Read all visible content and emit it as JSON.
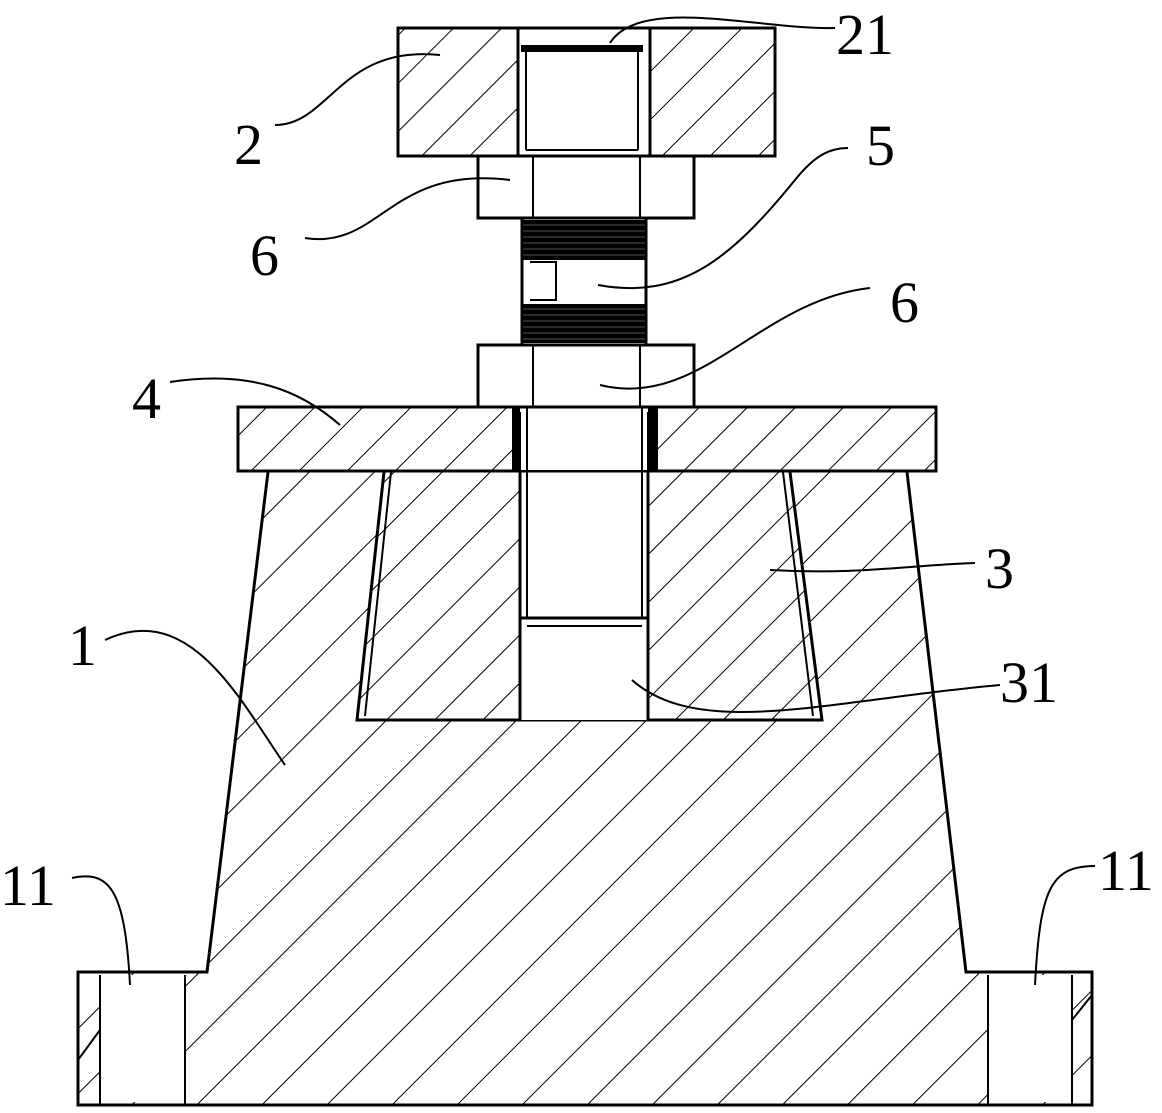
{
  "figure": {
    "background": "#ffffff",
    "ink": "#000000",
    "reference_numerals": {
      "part_1": "1",
      "part_2": "2",
      "part_3": "3",
      "part_4": "4",
      "part_5": "5",
      "part_6_upper": "6",
      "part_6_lower": "6",
      "part_11_left": "11",
      "part_11_right": "11",
      "part_21": "21",
      "part_31": "31"
    }
  }
}
